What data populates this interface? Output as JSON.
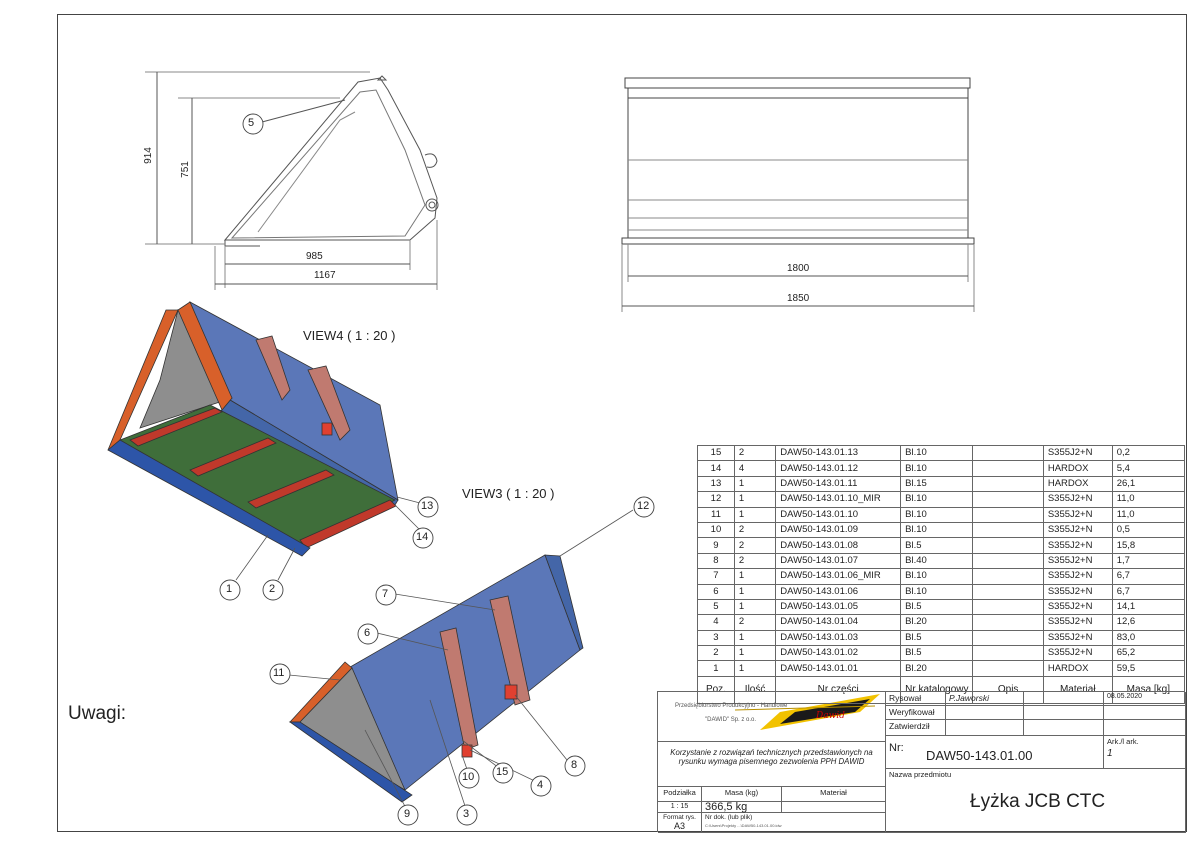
{
  "views": {
    "view4_label": "VIEW4 ( 1 : 20 )",
    "view3_label": "VIEW3 ( 1 : 20 )"
  },
  "dimensions": {
    "d914": "914",
    "d751": "751",
    "d985": "985",
    "d1167": "1167",
    "d1800": "1800",
    "d1850": "1850"
  },
  "balloons": [
    "1",
    "2",
    "3",
    "4",
    "5",
    "6",
    "7",
    "8",
    "9",
    "10",
    "11",
    "12",
    "13",
    "14",
    "15"
  ],
  "notes_label": "Uwagi:",
  "parts_list": {
    "headers": [
      "Poz.",
      "Ilość",
      "Nr części",
      "Nr katalogowy",
      "Opis",
      "Materiał",
      "Masa [kg]"
    ],
    "rows": [
      [
        "15",
        "2",
        "DAW50-143.01.13",
        "Bl.10",
        "",
        "S355J2+N",
        "0,2"
      ],
      [
        "14",
        "4",
        "DAW50-143.01.12",
        "Bl.10",
        "",
        "HARDOX",
        "5,4"
      ],
      [
        "13",
        "1",
        "DAW50-143.01.11",
        "Bl.15",
        "",
        "HARDOX",
        "26,1"
      ],
      [
        "12",
        "1",
        "DAW50-143.01.10_MIR",
        "Bl.10",
        "",
        "S355J2+N",
        "11,0"
      ],
      [
        "11",
        "1",
        "DAW50-143.01.10",
        "Bl.10",
        "",
        "S355J2+N",
        "11,0"
      ],
      [
        "10",
        "2",
        "DAW50-143.01.09",
        "Bl.10",
        "",
        "S355J2+N",
        "0,5"
      ],
      [
        "9",
        "2",
        "DAW50-143.01.08",
        "Bl.5",
        "",
        "S355J2+N",
        "15,8"
      ],
      [
        "8",
        "2",
        "DAW50-143.01.07",
        "Bl.40",
        "",
        "S355J2+N",
        "1,7"
      ],
      [
        "7",
        "1",
        "DAW50-143.01.06_MIR",
        "Bl.10",
        "",
        "S355J2+N",
        "6,7"
      ],
      [
        "6",
        "1",
        "DAW50-143.01.06",
        "Bl.10",
        "",
        "S355J2+N",
        "6,7"
      ],
      [
        "5",
        "1",
        "DAW50-143.01.05",
        "Bl.5",
        "",
        "S355J2+N",
        "14,1"
      ],
      [
        "4",
        "2",
        "DAW50-143.01.04",
        "Bl.20",
        "",
        "S355J2+N",
        "12,6"
      ],
      [
        "3",
        "1",
        "DAW50-143.01.03",
        "Bl.5",
        "",
        "S355J2+N",
        "83,0"
      ],
      [
        "2",
        "1",
        "DAW50-143.01.02",
        "Bl.5",
        "",
        "S355J2+N",
        "65,2"
      ],
      [
        "1",
        "1",
        "DAW50-143.01.01",
        "Bl.20",
        "",
        "HARDOX",
        "59,5"
      ]
    ]
  },
  "title_block": {
    "company_line1": "Przedsiębiorstwo Produkcyjno - Handlowe",
    "company_line2": "\"DAWID\" Sp. z o.o.",
    "logo_text": "Dawid",
    "copyright_note": "Korzystanie z rozwiązań technicznych przedstawionych na rysunku wymaga pisemnego zezwolenia PPH DAWID",
    "rysowal_label": "Rysował",
    "rysowal_value": "P.Jaworski",
    "date": "08.05.2020",
    "weryfikowal_label": "Weryfikował",
    "zatwierdzil_label": "Zatwierdził",
    "nr_label": "Nr:",
    "nr_value": "DAW50-143.01.00",
    "ark_label": "Ark./l ark.",
    "ark_value": "1",
    "podzialka_label": "Podziałka",
    "podzialka_value": "1 : 15",
    "masa_label": "Masa (kg)",
    "masa_value": "366,5 kg",
    "material_label": "Materiał",
    "nazwa_label": "Nazwa przedmiotu",
    "nazwa_value": "Łyżka JCB CTC",
    "format_label": "Format rys.",
    "format_value": "A3",
    "nr_dok_label": "Nr dok. (lub plik)",
    "file_path": "C:\\Users\\Projekty ...\\DAW50-143.01.00.idw"
  },
  "colors": {
    "body_blue": "#5b77b8",
    "edge_orange": "#d8602a",
    "floor_green": "#3f6e3a",
    "rib_red": "#c0392b",
    "side_gray": "#8e8e8e",
    "cutting_edge_blue": "#2d55a8"
  }
}
